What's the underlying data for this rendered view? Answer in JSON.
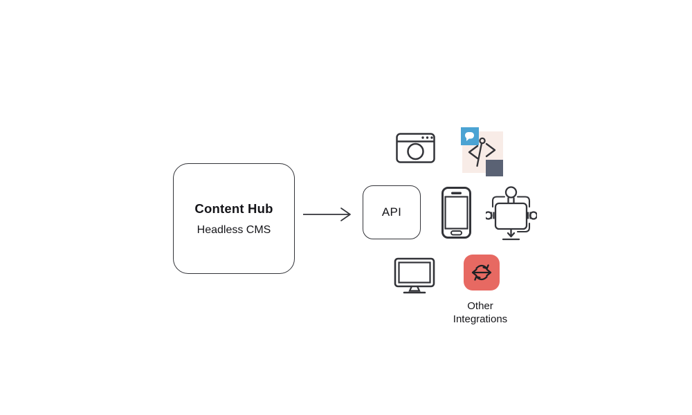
{
  "diagram": {
    "nodes": {
      "content_hub": {
        "title": "Content Hub",
        "subtitle": "Headless CMS"
      },
      "api": {
        "label": "API"
      },
      "other_integrations": {
        "label": "Other Integrations"
      }
    },
    "icons": [
      "arrow-right-icon",
      "browser-window-icon",
      "code-embed-icon",
      "smartphone-icon",
      "plugin-icon",
      "monitor-icon",
      "sync-arrows-icon"
    ],
    "colors": {
      "stroke": "#323338",
      "text": "#141418",
      "accent_red": "#E76962",
      "accent_blue": "#4BA3D3",
      "accent_pink": "#F8ECE7",
      "accent_slate": "#5A6274",
      "background": "#FFFFFF"
    }
  }
}
